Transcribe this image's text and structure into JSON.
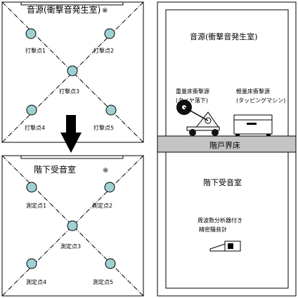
{
  "plan": {
    "top_room": {
      "title": "音源(衝撃音発生室)",
      "mark": "※",
      "points": [
        "打撃点1",
        "打撃点2",
        "打撃点3",
        "打撃点4",
        "打撃点5"
      ]
    },
    "bottom_room": {
      "title": "階下受音室",
      "mark": "※",
      "points": [
        "測定点1",
        "測定点2",
        "測定点3",
        "測定点4",
        "測定点5"
      ]
    }
  },
  "section": {
    "upper_room": "音源(衝撃音発生室)",
    "heavy_impact": {
      "line1": "重量床衝撃源",
      "line2": "(タイヤ落下)"
    },
    "light_impact": {
      "line1": "軽量床衝撃源",
      "line2": "(タッピングマシン)"
    },
    "floor": "階戸界床",
    "lower_room": "階下受音室",
    "meter": {
      "line1": "周波数分析器付き",
      "line2": "精密騒音計"
    }
  },
  "colors": {
    "circle_fill": "#9fd0d2",
    "floor_fill": "#c4c4c4",
    "line": "#000000"
  }
}
